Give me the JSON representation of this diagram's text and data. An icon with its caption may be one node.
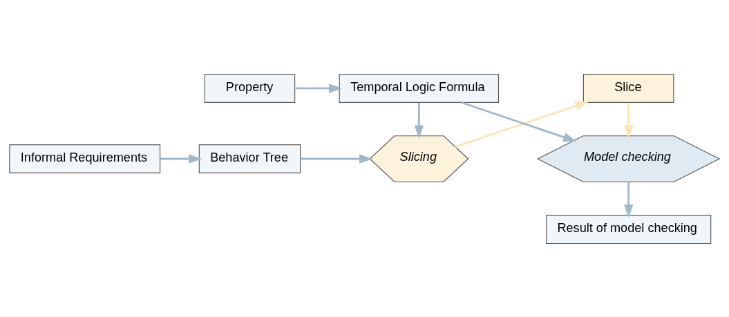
{
  "diagram": {
    "nodes": [
      {
        "text": [
          "Informal Requirements"
        ]
      },
      {
        "text": [
          "Behavior Tree"
        ]
      },
      {
        "text": [
          "Slicing"
        ]
      },
      {
        "text": [
          "Slice"
        ]
      },
      {
        "text": [
          "Property"
        ]
      },
      {
        "text": [
          "Temporal Logic Formula"
        ]
      },
      {
        "text": [
          "Model checking"
        ]
      },
      {
        "text": [
          "Result of model checking"
        ]
      }
    ],
    "edges": [
      {
        "from": 0,
        "to": 1,
        "arrow": "to"
      },
      {
        "from": 1,
        "to": 2,
        "arrow": "to"
      },
      {
        "from": 2,
        "to": 3,
        "arrow": "to",
        "color": "#fbe5b6"
      },
      {
        "from": 5,
        "to": 2,
        "arrow": "to"
      },
      {
        "from": 3,
        "to": 6,
        "arrow": "to",
        "color": "#fbe5b6"
      },
      {
        "from": 4,
        "to": 5,
        "arrow": "to"
      },
      {
        "from": 5,
        "to": 6,
        "arrow": "to"
      },
      {
        "from": 6,
        "to": 7,
        "arrow": "to"
      }
    ]
  }
}
